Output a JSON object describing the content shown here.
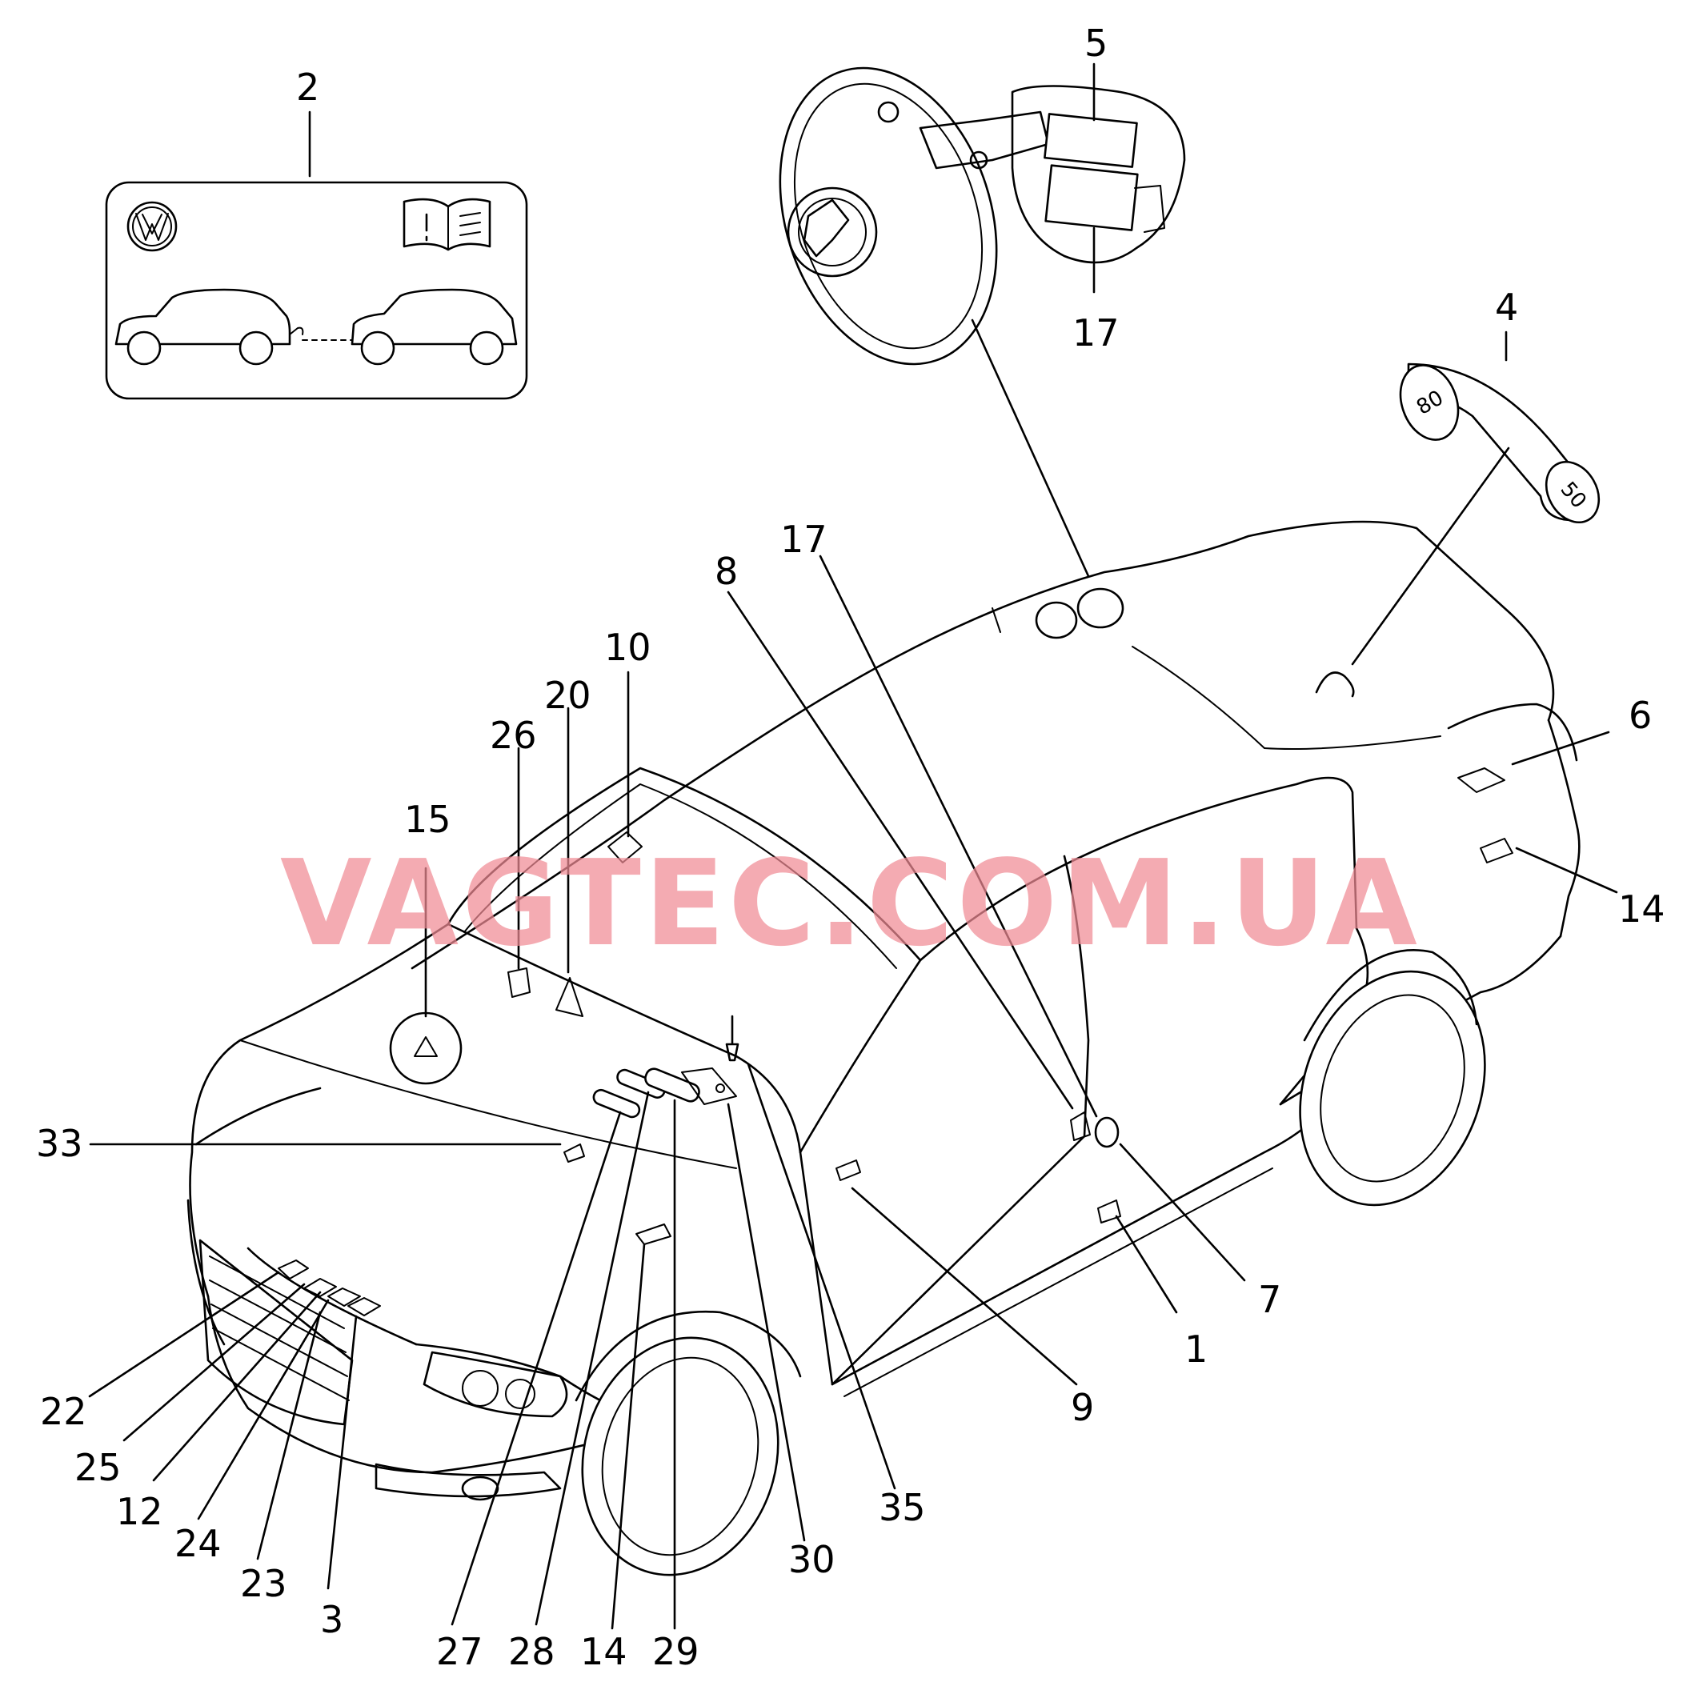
{
  "watermark": "VAGTEC.COM.UA",
  "callouts": [
    "1",
    "2",
    "3",
    "4",
    "5",
    "6",
    "7",
    "8",
    "9",
    "10",
    "12",
    "14",
    "15",
    "17",
    "20",
    "22",
    "23",
    "24",
    "25",
    "26",
    "27",
    "28",
    "29",
    "30",
    "33",
    "35"
  ],
  "callout_labels": {
    "c1": "1",
    "c2": "2",
    "c3": "3",
    "c4": "4",
    "c5": "5",
    "c6": "6",
    "c7": "7",
    "c8": "8",
    "c9": "9",
    "c10": "10",
    "c12": "12",
    "c14a": "14",
    "c14b": "14",
    "c15": "15",
    "c17a": "17",
    "c17b": "17",
    "c20": "20",
    "c22": "22",
    "c23": "23",
    "c24": "24",
    "c25": "25",
    "c26": "26",
    "c27": "27",
    "c28": "28",
    "c29": "29",
    "c30": "30",
    "c33": "33",
    "c35": "35"
  },
  "sticker_marks": {
    "speed_max": "80",
    "speed_min": "50"
  },
  "icons": [
    "vw-logo-icon",
    "owner-manual-icon",
    "tow-cars-icon",
    "warning-triangle-icon",
    "fuel-flap-icon",
    "speed-sticker-icon"
  ]
}
